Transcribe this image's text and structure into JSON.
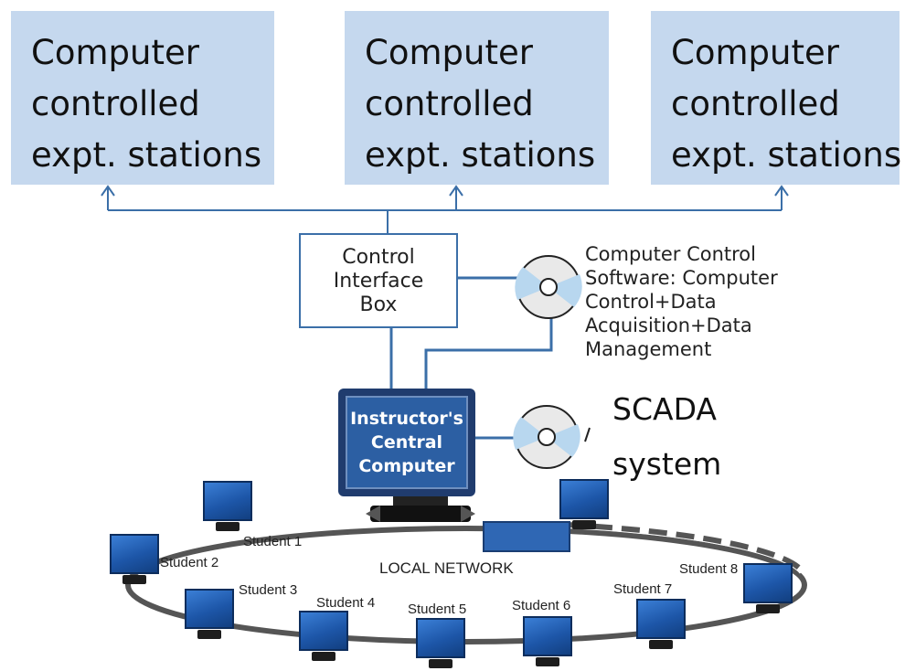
{
  "stations": [
    {
      "lines": [
        "Computer",
        "controlled",
        "expt. stations"
      ]
    },
    {
      "lines": [
        "Computer",
        "controlled",
        "expt. stations"
      ]
    },
    {
      "lines": [
        "Computer",
        "controlled",
        "expt. stations"
      ]
    }
  ],
  "control_box": {
    "lines": [
      "Control",
      "Interface",
      "Box"
    ]
  },
  "software": {
    "lines": [
      "Computer Control",
      "Software: Computer",
      "Control+Data",
      "Acquisition+Data",
      "Management"
    ]
  },
  "scada": {
    "lines": [
      "SCADA",
      "system"
    ]
  },
  "central_computer": {
    "lines": [
      "Instructor's",
      "Central",
      "Computer"
    ]
  },
  "network_label": "LOCAL NETWORK",
  "students": [
    "Student 1",
    "Student 2",
    "Student 3",
    "Student 4",
    "Student 5",
    "Student 6",
    "Student 7",
    "Student 8"
  ],
  "colors": {
    "station_fill": "#c5d8ee",
    "wire": "#3b6fa8",
    "screen": "#2c5fa3"
  },
  "icons": [
    "up-arrow-icon",
    "cd-disc-icon",
    "computer-monitor-icon"
  ]
}
